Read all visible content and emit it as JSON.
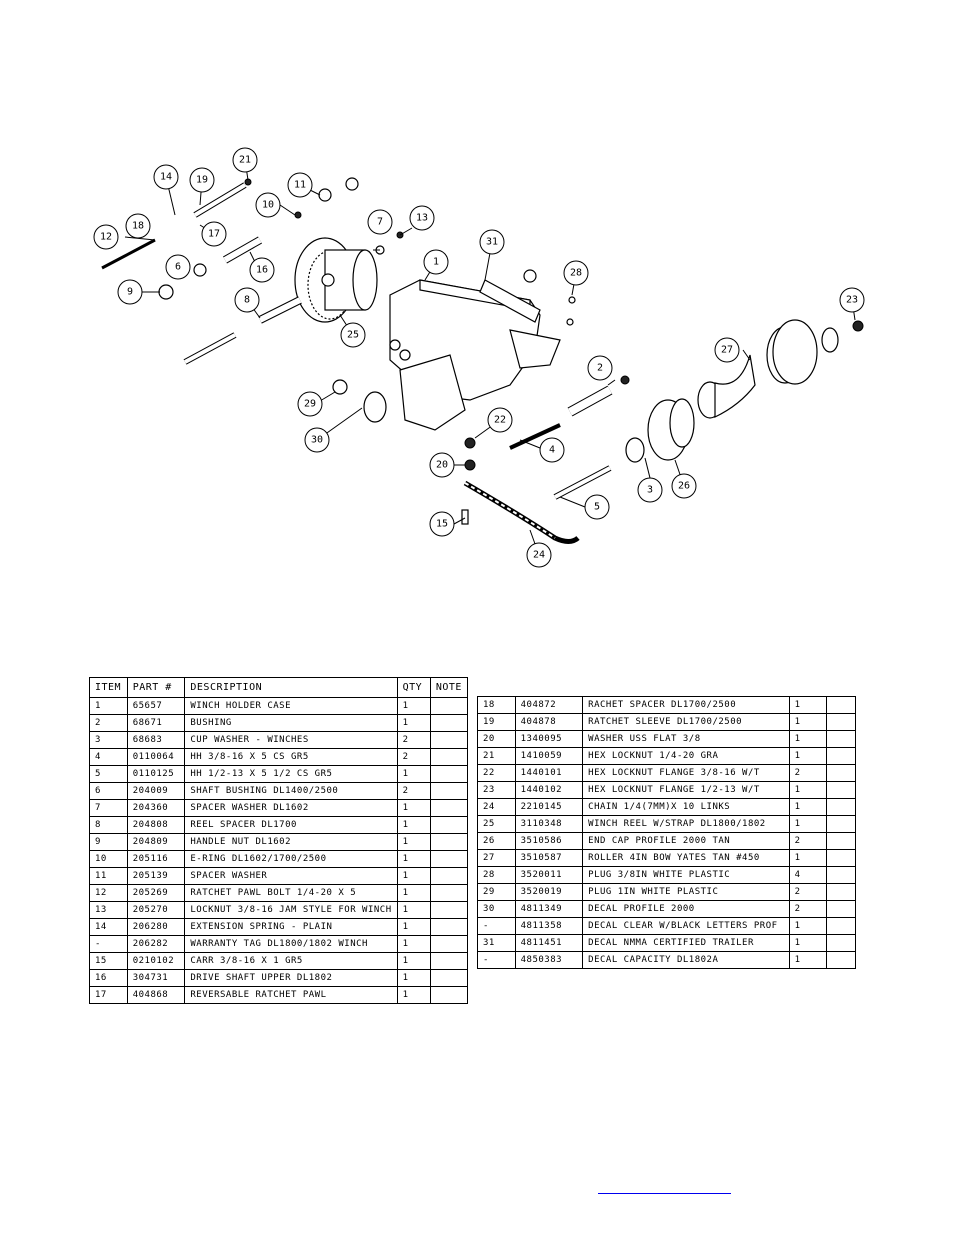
{
  "balloons": [
    "1",
    "2",
    "3",
    "4",
    "5",
    "6",
    "7",
    "8",
    "9",
    "10",
    "11",
    "12",
    "13",
    "14",
    "15",
    "16",
    "17",
    "18",
    "19",
    "20",
    "21",
    "22",
    "23",
    "24",
    "25",
    "26",
    "27",
    "28",
    "29",
    "30",
    "31"
  ],
  "table_headers": {
    "item": "ITEM",
    "part": "PART #",
    "description": "DESCRIPTION",
    "qty": "QTY",
    "note": "NOTE"
  },
  "parts_left": [
    {
      "item": "1",
      "part": "65657",
      "description": "WINCH HOLDER CASE",
      "qty": "1"
    },
    {
      "item": "2",
      "part": "68671",
      "description": "BUSHING",
      "qty": "1"
    },
    {
      "item": "3",
      "part": "68683",
      "description": "CUP WASHER - WINCHES",
      "qty": "2"
    },
    {
      "item": "4",
      "part": "0110064",
      "description": "HH 3/8-16 X 5 CS GR5",
      "qty": "2"
    },
    {
      "item": "5",
      "part": "0110125",
      "description": "HH 1/2-13 X 5 1/2 CS GR5",
      "qty": "1"
    },
    {
      "item": "6",
      "part": "204009",
      "description": "SHAFT BUSHING  DL1400/2500",
      "qty": "2"
    },
    {
      "item": "7",
      "part": "204360",
      "description": "SPACER WASHER  DL1602",
      "qty": "1"
    },
    {
      "item": "8",
      "part": "204808",
      "description": "REEL SPACER  DL1700",
      "qty": "1"
    },
    {
      "item": "9",
      "part": "204809",
      "description": "HANDLE NUT  DL1602",
      "qty": "1"
    },
    {
      "item": "10",
      "part": "205116",
      "description": "E-RING DL1602/1700/2500",
      "qty": "1"
    },
    {
      "item": "11",
      "part": "205139",
      "description": "SPACER WASHER",
      "qty": "1"
    },
    {
      "item": "12",
      "part": "205269",
      "description": "RATCHET PAWL BOLT 1/4-20 X 5",
      "qty": "1"
    },
    {
      "item": "13",
      "part": "205270",
      "description": "LOCKNUT 3/8-16 JAM STYLE FOR WINCH",
      "qty": "1"
    },
    {
      "item": "14",
      "part": "206280",
      "description": "EXTENSION SPRING - PLAIN",
      "qty": "1"
    },
    {
      "item": "-",
      "part": "206282",
      "description": "WARRANTY TAG DL1800/1802 WINCH",
      "qty": "1"
    },
    {
      "item": "15",
      "part": "0210102",
      "description": "CARR 3/8-16 X 1 GR5",
      "qty": "1"
    },
    {
      "item": "16",
      "part": "304731",
      "description": "DRIVE SHAFT UPPER  DL1802",
      "qty": "1"
    },
    {
      "item": "17",
      "part": "404868",
      "description": "REVERSABLE RATCHET PAWL",
      "qty": "1"
    }
  ],
  "parts_right": [
    {
      "item": "18",
      "part": "404872",
      "description": "RACHET SPACER  DL1700/2500",
      "qty": "1"
    },
    {
      "item": "19",
      "part": "404878",
      "description": "RATCHET SLEEVE  DL1700/2500",
      "qty": "1"
    },
    {
      "item": "20",
      "part": "1340095",
      "description": "WASHER USS FLAT 3/8",
      "qty": "1"
    },
    {
      "item": "21",
      "part": "1410059",
      "description": "HEX LOCKNUT 1/4-20 GRA",
      "qty": "1"
    },
    {
      "item": "22",
      "part": "1440101",
      "description": "HEX LOCKNUT FLANGE 3/8-16 W/T",
      "qty": "2"
    },
    {
      "item": "23",
      "part": "1440102",
      "description": "HEX LOCKNUT FLANGE 1/2-13 W/T",
      "qty": "1"
    },
    {
      "item": "24",
      "part": "2210145",
      "description": "CHAIN 1/4(7MM)X 10 LINKS",
      "qty": "1"
    },
    {
      "item": "25",
      "part": "3110348",
      "description": "WINCH REEL W/STRAP  DL1800/1802",
      "qty": "1"
    },
    {
      "item": "26",
      "part": "3510586",
      "description": "END CAP PROFILE 2000 TAN",
      "qty": "2"
    },
    {
      "item": "27",
      "part": "3510587",
      "description": "ROLLER 4IN BOW YATES TAN #450",
      "qty": "1"
    },
    {
      "item": "28",
      "part": "3520011",
      "description": "PLUG  3/8IN WHITE PLASTIC",
      "qty": "4"
    },
    {
      "item": "29",
      "part": "3520019",
      "description": "PLUG  1IN WHITE PLASTIC",
      "qty": "2"
    },
    {
      "item": "30",
      "part": "4811349",
      "description": "DECAL PROFILE 2000",
      "qty": "2"
    },
    {
      "item": "-",
      "part": "4811358",
      "description": "DECAL CLEAR W/BLACK LETTERS PROF",
      "qty": "1"
    },
    {
      "item": "31",
      "part": "4811451",
      "description": "DECAL NMMA CERTIFIED TRAILER",
      "qty": "1"
    },
    {
      "item": "-",
      "part": "4850383",
      "description": "DECAL CAPACITY DL1802A",
      "qty": "1"
    }
  ]
}
